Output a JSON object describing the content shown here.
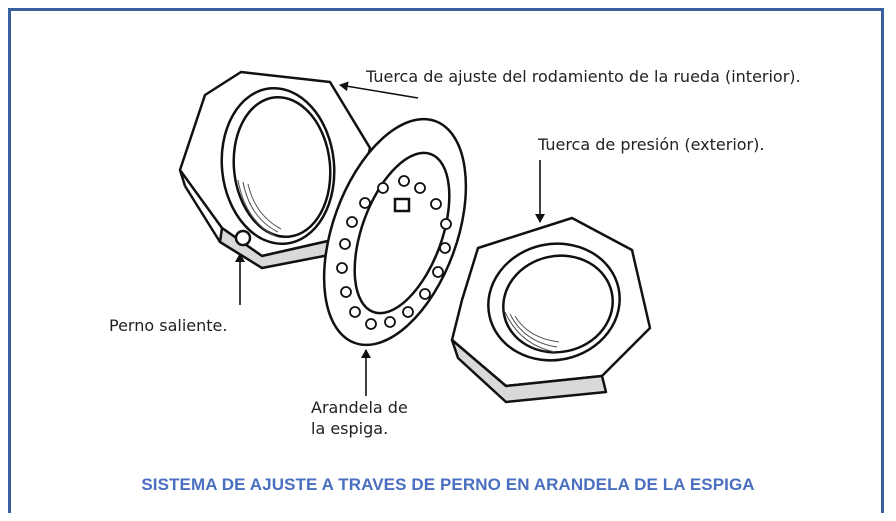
{
  "labels": {
    "inner_nut": "Tuerca de ajuste del rodamiento de la rueda (interior).",
    "outer_nut": "Tuerca de presión (exterior).",
    "pin": "Perno saliente.",
    "washer_line1": "Arandela de",
    "washer_line2": "la espiga."
  },
  "caption": "SISTEMA DE AJUSTE A TRAVES DE PERNO EN ARANDELA DE LA ESPIGA",
  "colors": {
    "frame": "#3a5f9f",
    "caption": "#4a6fc0",
    "ink": "#222222"
  }
}
